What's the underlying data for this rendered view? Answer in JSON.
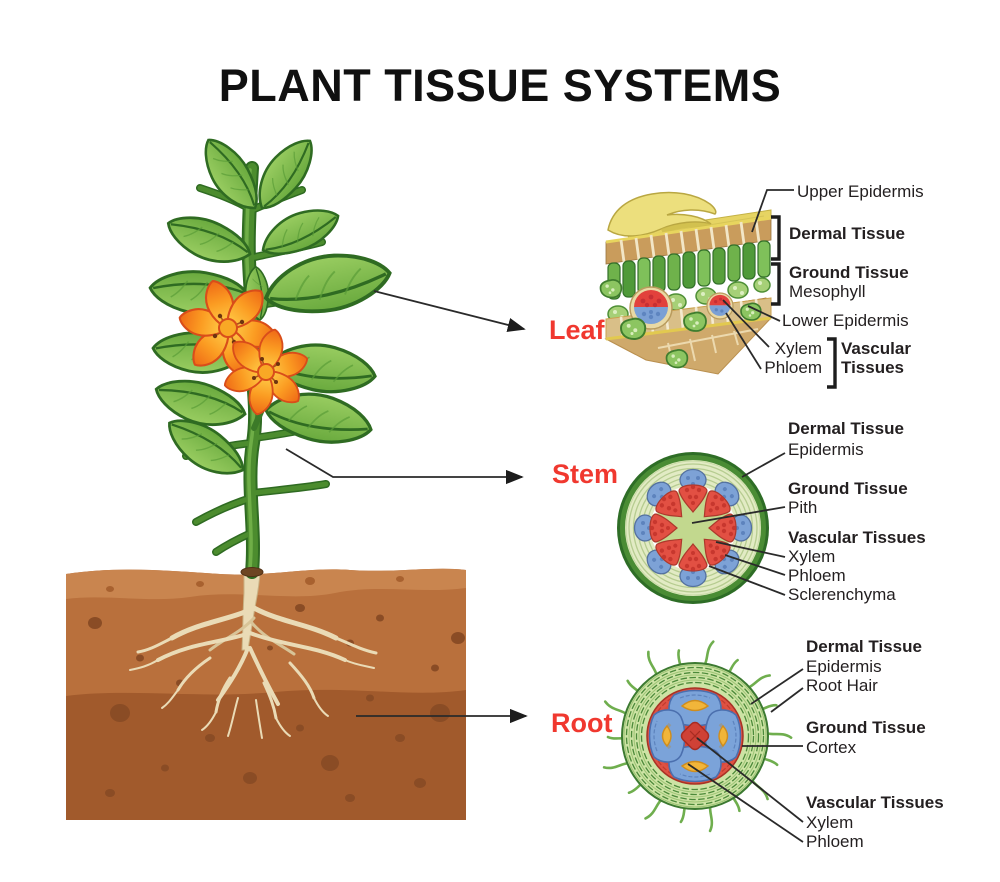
{
  "title": "PLANT TISSUE SYSTEMS",
  "palette": {
    "section_label_red": "#f0382f",
    "text_black": "#231f20",
    "leaf_green": "#7fb94a",
    "stem_green": "#4c8c2e",
    "soil_brown": "#b9703c",
    "xylem_red": "#e25043",
    "phloem_blue": "#7ba3d9",
    "epidermis_yellow": "#e8d76a"
  },
  "sections": {
    "leaf": {
      "name": "Leaf",
      "labels": {
        "upper_epidermis": "Upper Epidermis",
        "dermal_tissue": "Dermal Tissue",
        "ground_tissue": "Ground Tissue",
        "mesophyll": "Mesophyll",
        "lower_epidermis": "Lower Epidermis",
        "xylem": "Xylem",
        "phloem": "Phloem",
        "vascular_word1": "Vascular",
        "vascular_word2": "Tissues"
      }
    },
    "stem": {
      "name": "Stem",
      "labels": {
        "dermal_tissue": "Dermal Tissue",
        "epidermis": "Epidermis",
        "ground_tissue": "Ground Tissue",
        "pith": "Pith",
        "vascular_tissues": "Vascular Tissues",
        "xylem": "Xylem",
        "phloem": "Phloem",
        "sclerenchyma": "Sclerenchyma"
      }
    },
    "root": {
      "name": "Root",
      "labels": {
        "dermal_tissue": "Dermal Tissue",
        "epidermis": "Epidermis",
        "root_hair": "Root Hair",
        "ground_tissue": "Ground Tissue",
        "cortex": "Cortex",
        "vascular_tissues": "Vascular Tissues",
        "xylem": "Xylem",
        "phloem": "Phloem"
      }
    }
  }
}
